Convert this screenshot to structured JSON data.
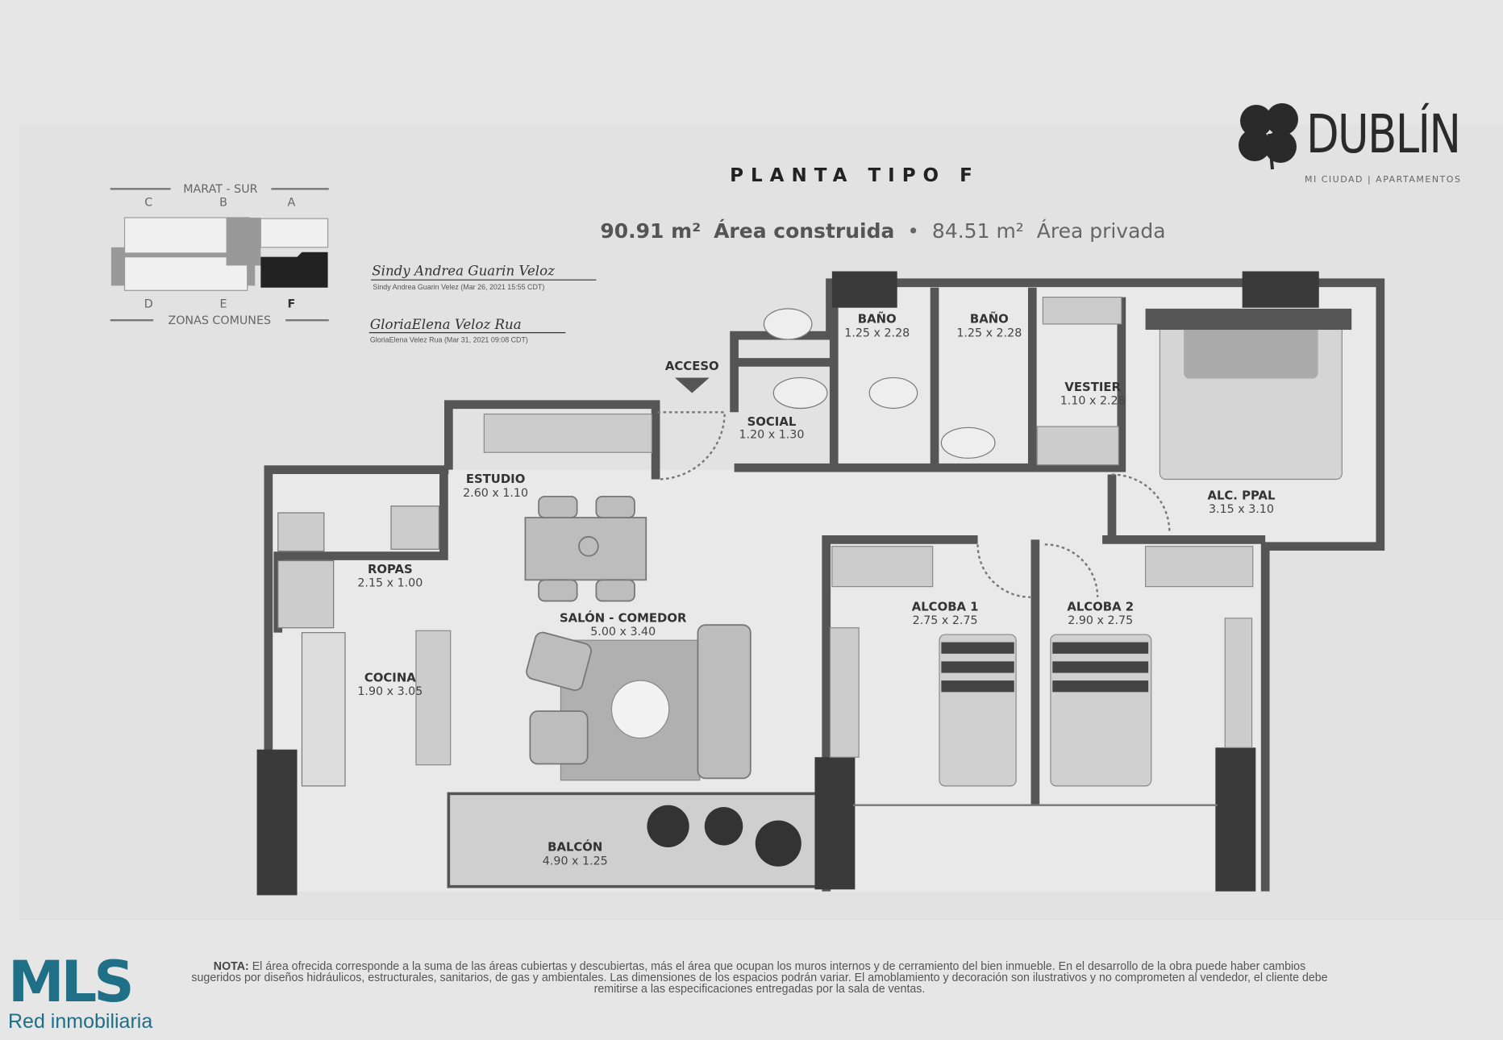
{
  "header": {
    "title": "PLANTA TIPO F",
    "built_area_value": "90.91 m²",
    "built_area_label": "Área construida",
    "separator": "•",
    "private_area_value": "84.51 m²",
    "private_area_label": "Área privada"
  },
  "brand": {
    "name": "DUBLÍN",
    "tagline": "MI CIUDAD | APARTAMENTOS"
  },
  "key_plan": {
    "top_label": "MARAT - SUR",
    "bottom_label": "ZONAS COMUNES",
    "units_top": [
      "C",
      "B",
      "A"
    ],
    "units_bottom": [
      "D",
      "E",
      "F"
    ],
    "highlighted_unit": "F"
  },
  "signatures": [
    {
      "signature": "Sindy Andrea Guarin Veloz",
      "caption": "Sindy Andrea Guarin Velez (Mar 26, 2021 15:55 CDT)"
    },
    {
      "signature": "GloriaElena Veloz Rua",
      "caption": "GloriaElena Velez Rua (Mar 31, 2021 09:08 CDT)"
    }
  ],
  "access_label": "ACCESO",
  "rooms": [
    {
      "name": "BAÑO",
      "dims": "1.25 x 2.28"
    },
    {
      "name": "BAÑO",
      "dims": "1.25 x 2.28"
    },
    {
      "name": "VESTIER",
      "dims": "1.10 x 2.28"
    },
    {
      "name": "SOCIAL",
      "dims": "1.20 x 1.30"
    },
    {
      "name": "ESTUDIO",
      "dims": "2.60 x 1.10"
    },
    {
      "name": "ALC. PPAL",
      "dims": "3.15 x 3.10"
    },
    {
      "name": "ROPAS",
      "dims": "2.15 x 1.00"
    },
    {
      "name": "SALÓN - COMEDOR",
      "dims": "5.00 x 3.40"
    },
    {
      "name": "ALCOBA 1",
      "dims": "2.75 x 2.75"
    },
    {
      "name": "ALCOBA 2",
      "dims": "2.90 x 2.75"
    },
    {
      "name": "COCINA",
      "dims": "1.90 x 3.05"
    },
    {
      "name": "BALCÓN",
      "dims": "4.90 x 1.25"
    }
  ],
  "footer": {
    "mls_mark": "MLS",
    "mls_tagline": "Red inmobiliaria",
    "note_label": "NOTA:",
    "note_text": "El área ofrecida corresponde a la suma de las áreas cubiertas y descubiertas, más el área que ocupan los muros internos y de cerramiento del bien inmueble. En el desarrollo de la obra puede haber cambios sugeridos por diseños hidráulicos, estructurales, sanitarios, de gas y ambientales. Las dimensiones de los espacios podrán variar. El amoblamiento y decoración son ilustrativos y no comprometen al vendedor, el cliente debe remitirse a las especificaciones entregadas por la sala de ventas."
  }
}
